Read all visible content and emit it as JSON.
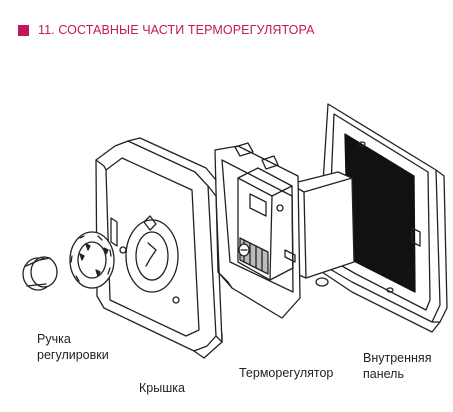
{
  "header": {
    "title": "11. СОСТАВНЫЕ ЧАСТИ ТЕРМОРЕГУЛЯТОРА",
    "accent_color": "#c2185b"
  },
  "parts": {
    "knob": "Ручка\nрегулировки",
    "cover": "Крышка",
    "thermostat": "Терморегулятор",
    "panel": "Внутренняя\nпанель"
  }
}
